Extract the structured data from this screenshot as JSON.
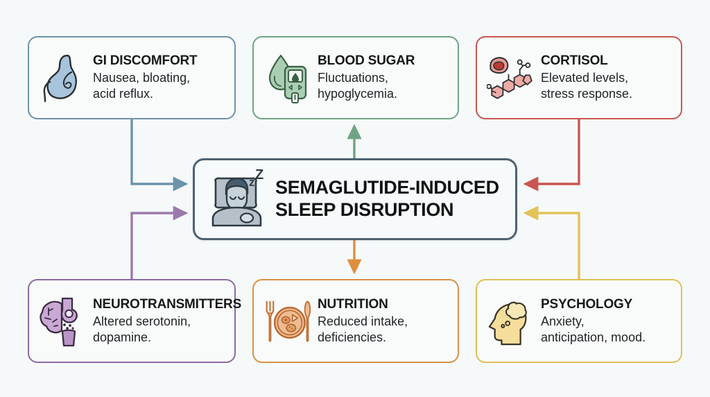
{
  "diagram": {
    "background_color": "#f6f9f9",
    "center": {
      "title": "SEMAGLUTIDE-INDUCED\nSLEEP DISRUPTION",
      "icon": "sleeping-person-icon",
      "border_color": "#4d6272"
    },
    "factors": [
      {
        "id": "gi-discomfort",
        "title": "GI DISCOMFORT",
        "desc": "Nausea, bloating,\nacid reflux.",
        "icon": "stomach-icon",
        "border_color": "#6d93ab",
        "icon_fill": "#a8c4dd",
        "arrow_color": "#6d93ab",
        "direction": "to-center"
      },
      {
        "id": "blood-sugar",
        "title": "BLOOD SUGAR",
        "desc": "Fluctuations,\nhypoglycemia.",
        "icon": "glucometer-blood-drop-icon",
        "border_color": "#6fa384",
        "icon_fill": "#a9ceb2",
        "arrow_color": "#6fa384",
        "direction": "from-center"
      },
      {
        "id": "cortisol",
        "title": "CORTISOL",
        "desc": "Elevated levels,\nstress response.",
        "icon": "adrenal-gland-steroid-icon",
        "border_color": "#c9564f",
        "icon_fill": "#eeaba4",
        "arrow_color": "#c9564f",
        "direction": "to-center"
      },
      {
        "id": "neurotransmitters",
        "title": "NEUROTRANSMITTERS",
        "desc": "Altered serotonin,\ndopamine.",
        "icon": "brain-synapse-icon",
        "border_color": "#8a6ba3",
        "icon_fill": "#c9a8d4",
        "arrow_color": "#9a7aad",
        "direction": "to-center"
      },
      {
        "id": "nutrition",
        "title": "NUTRITION",
        "desc": "Reduced intake,\ndeficiencies.",
        "icon": "plate-fork-knife-icon",
        "border_color": "#d99045",
        "icon_fill": "#eebb92",
        "arrow_color": "#dd8f3f",
        "direction": "from-center"
      },
      {
        "id": "psychology",
        "title": "PSYCHOLOGY",
        "desc": "Anxiety,\nanticipation, mood.",
        "icon": "head-thought-cloud-icon",
        "border_color": "#e0bf56",
        "icon_fill": "#f5de9b",
        "arrow_color": "#e3c257",
        "direction": "to-center"
      }
    ]
  }
}
